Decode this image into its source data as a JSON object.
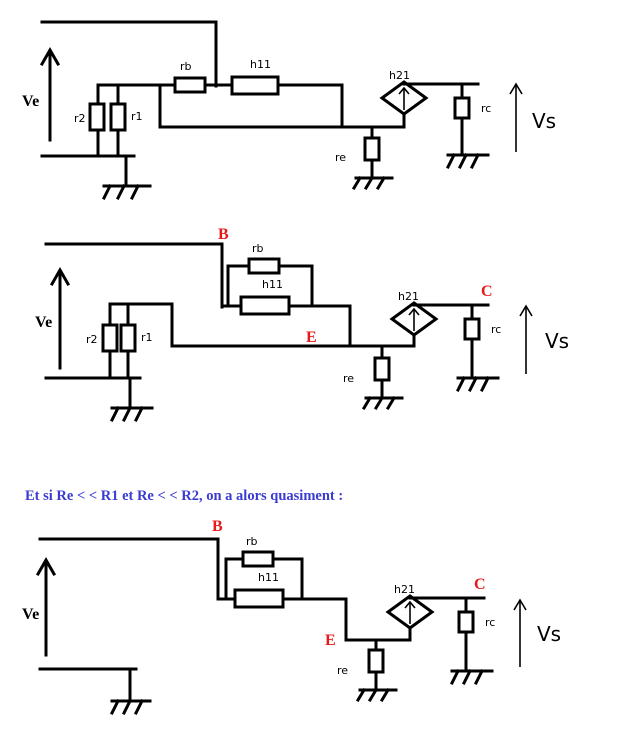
{
  "colors": {
    "node_label": "#e8191a",
    "caption": "#3b3bd1",
    "ink": "#000000"
  },
  "caption": "Et si  Re < < R1 et Re < < R2, on a alors quasiment :",
  "circuit1": {
    "ve": "Ve",
    "r2": "r2",
    "r1": "r1",
    "rb": "rb",
    "h11": "h11",
    "h21": "h21",
    "re": "re",
    "rc": "rc",
    "vs": "Vs"
  },
  "circuit2": {
    "ve": "Ve",
    "r2": "r2",
    "r1": "r1",
    "rb": "rb",
    "h11": "h11",
    "h21": "h21",
    "re": "re",
    "rc": "rc",
    "vs": "Vs",
    "node_b": "B",
    "node_e": "E",
    "node_c": "C"
  },
  "circuit3": {
    "ve": "Ve",
    "rb": "rb",
    "h11": "h11",
    "h21": "h21",
    "re": "re",
    "rc": "rc",
    "vs": "Vs",
    "node_b": "B",
    "node_e": "E",
    "node_c": "C"
  }
}
